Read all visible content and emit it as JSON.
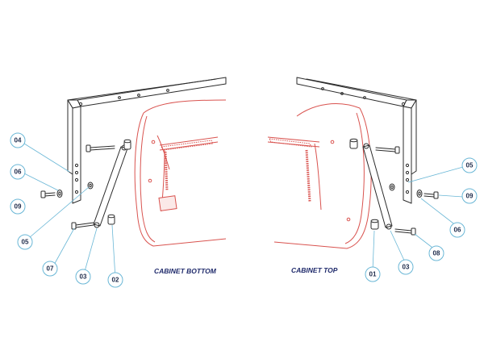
{
  "captions": {
    "bottom": "CABINET BOTTOM",
    "top": "CABINET TOP"
  },
  "callouts": {
    "left": [
      "04",
      "06",
      "09",
      "05",
      "07",
      "03",
      "02"
    ],
    "right": [
      "05",
      "09",
      "06",
      "08",
      "03",
      "01"
    ]
  },
  "colors": {
    "callout_ring": "#6ab7d6",
    "callout_text": "#1d2a4a",
    "cabinet_outline": "#d9534f",
    "hardware_outline": "#2b2b2b",
    "caption_text": "#1f2a6b"
  }
}
